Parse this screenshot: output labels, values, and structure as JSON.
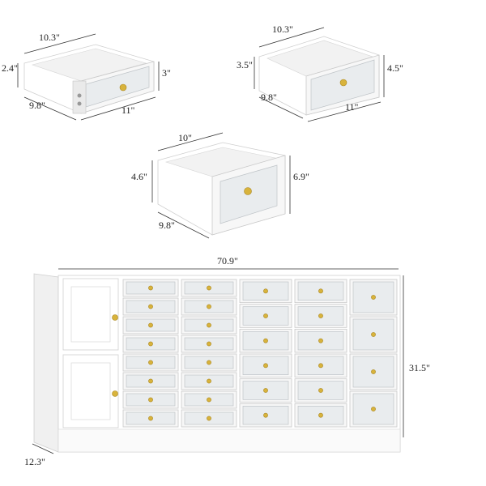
{
  "drawer_small": {
    "width": "10.3\"",
    "height_back": "2.4\"",
    "height_front": "3\"",
    "depth": "9.8\"",
    "front_width": "11\""
  },
  "drawer_medium": {
    "width": "10.3\"",
    "height_back": "3.5\"",
    "height_front": "4.5\"",
    "depth": "9.8\"",
    "front_width": "11\""
  },
  "drawer_large": {
    "width": "10\"",
    "height_back": "4.6\"",
    "height_front": "6.9\"",
    "depth": "9.8\""
  },
  "cabinet": {
    "width": "70.9\"",
    "height": "31.5\"",
    "depth": "12.3\""
  },
  "colors": {
    "knob": "#d8b33c",
    "cabinet": "#ffffff",
    "glass": "#e9ecee"
  }
}
